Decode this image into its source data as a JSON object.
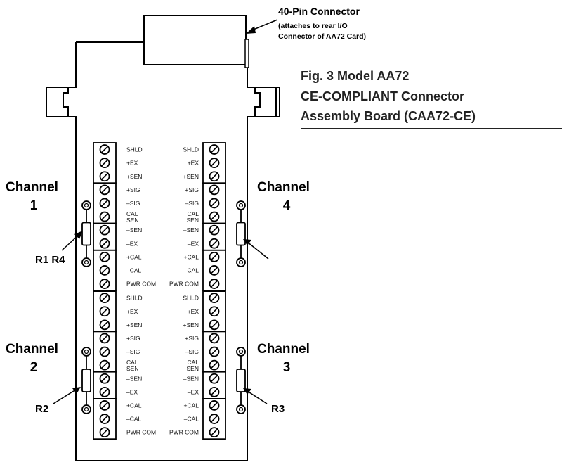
{
  "connector": {
    "title": "40-Pin Connector",
    "line1": "(attaches to rear I/O",
    "line2": "Connector of AA72 Card)"
  },
  "caption": {
    "line1": "Fig. 3  Model AA72",
    "line2": "CE-COMPLIANT Connector",
    "line3": "Assembly Board (CAA72-CE)"
  },
  "channels": {
    "word": "Channel",
    "ch1": "1",
    "ch2": "2",
    "ch3": "3",
    "ch4": "4"
  },
  "resistors": {
    "r1r4": "R1 R4",
    "r2": "R2",
    "r3": "R3"
  },
  "pin_groups": [
    [
      "SHLD",
      "+EX",
      "+SEN"
    ],
    [
      "+SIG",
      "–SIG",
      "CAL SEN"
    ],
    [
      "–SEN",
      "–EX"
    ],
    [
      "+CAL",
      "–CAL",
      "PWR COM"
    ]
  ],
  "colors": {
    "line": "#000000",
    "background": "#ffffff"
  }
}
